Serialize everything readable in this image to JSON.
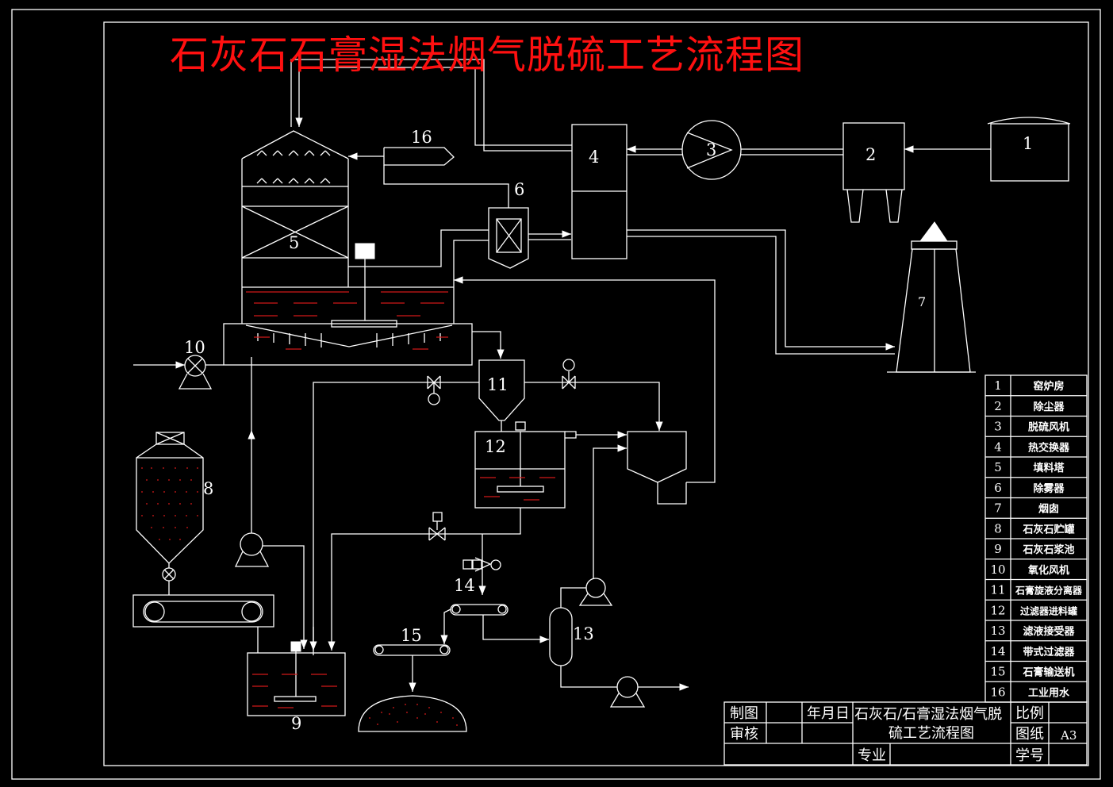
{
  "title": "石灰石石膏湿法烟气脱硫工艺流程图",
  "colors": {
    "background": "#000000",
    "lines": "#ffffff",
    "title": "#ff1010",
    "liquid": "#d01818"
  },
  "equipment_labels": [
    "1",
    "2",
    "3",
    "4",
    "5",
    "6",
    "7",
    "8",
    "9",
    "10",
    "11",
    "12",
    "13",
    "14",
    "15",
    "16"
  ],
  "legend": [
    {
      "no": "1",
      "name": "窑炉房"
    },
    {
      "no": "2",
      "name": "除尘器"
    },
    {
      "no": "3",
      "name": "脱硫风机"
    },
    {
      "no": "4",
      "name": "热交换器"
    },
    {
      "no": "5",
      "name": "填料塔"
    },
    {
      "no": "6",
      "name": "除雾器"
    },
    {
      "no": "7",
      "name": "烟囱"
    },
    {
      "no": "8",
      "name": "石灰石贮罐"
    },
    {
      "no": "9",
      "name": "石灰石浆池"
    },
    {
      "no": "10",
      "name": "氧化风机"
    },
    {
      "no": "11",
      "name": "石膏旋液分离器"
    },
    {
      "no": "12",
      "name": "过滤器进料罐"
    },
    {
      "no": "13",
      "name": "滤液接受器"
    },
    {
      "no": "14",
      "name": "带式过滤器"
    },
    {
      "no": "15",
      "name": "石膏输送机"
    },
    {
      "no": "16",
      "name": "工业用水"
    }
  ],
  "title_block": {
    "drawn": "制图",
    "checked": "审核",
    "date": "年月日",
    "drawing_title_1": "石灰石/石膏湿法烟气脱",
    "drawing_title_2": "硫工艺流程图",
    "scale": "比例",
    "sheet": "图纸",
    "sheet_size": "A3",
    "major": "专业",
    "student_no": "学号"
  }
}
